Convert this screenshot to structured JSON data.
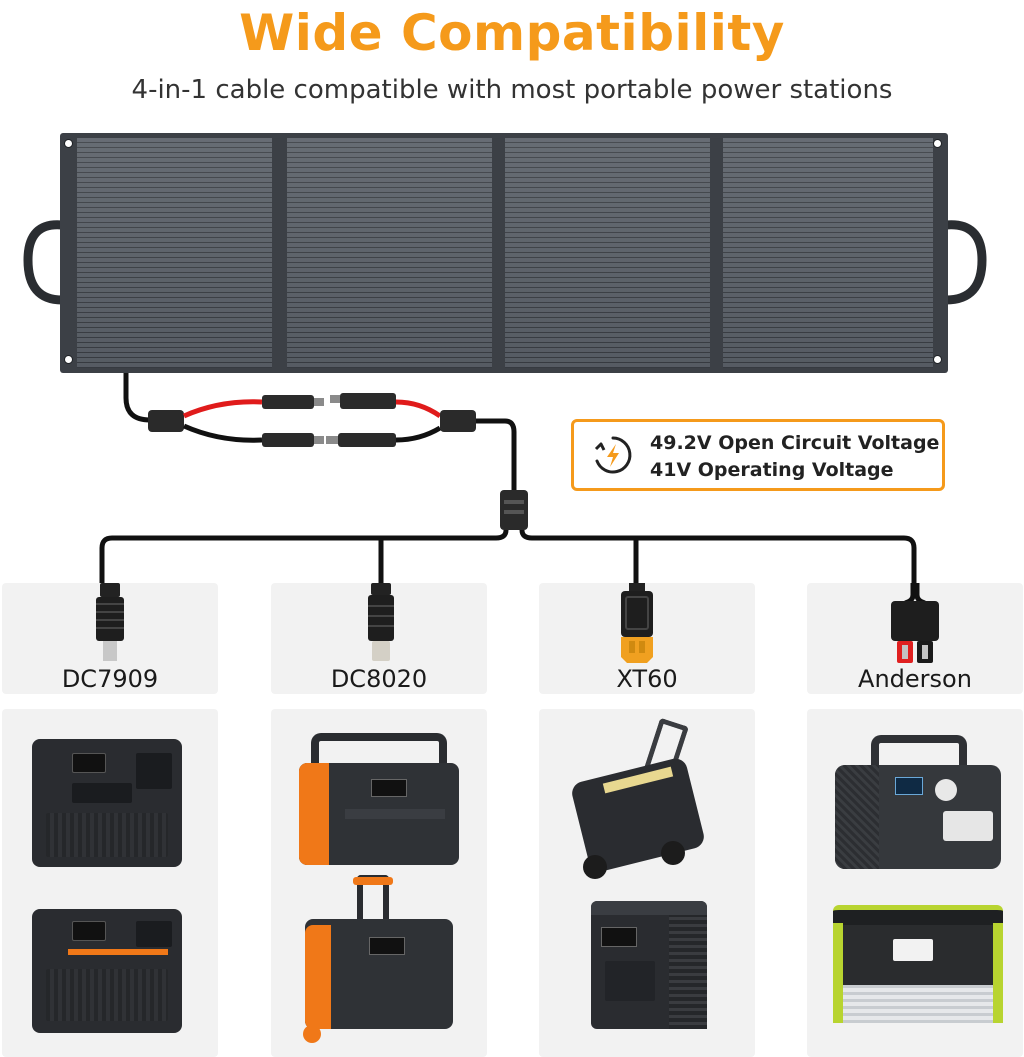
{
  "header": {
    "title": "Wide Compatibility",
    "subtitle": "4-in-1 cable compatible with most portable power stations"
  },
  "colors": {
    "title": "#f59a1b",
    "accent_border": "#f59a1b",
    "panel_frame": "#3c4046",
    "cell": "#5a6068",
    "cable_red": "#e01b1b",
    "cable_black": "#111111",
    "card_bg": "#f2f2f2"
  },
  "voltage_box": {
    "icon": "lightning-bolt-icon",
    "line1": "49.2V Open Circuit Voltage",
    "line2": "41V Operating Voltage"
  },
  "connectors": [
    {
      "label": "DC7909",
      "icon": "dc7909-plug-icon"
    },
    {
      "label": "DC8020",
      "icon": "dc8020-plug-icon"
    },
    {
      "label": "XT60",
      "icon": "xt60-plug-icon"
    },
    {
      "label": "Anderson",
      "icon": "anderson-plug-icon"
    }
  ],
  "devices": [
    {
      "items": [
        "power-station-dark",
        "power-station-dark-orange"
      ]
    },
    {
      "items": [
        "power-station-orange-handle",
        "power-station-orange-trolley"
      ]
    },
    {
      "items": [
        "power-station-wheeled",
        "power-station-tower"
      ]
    },
    {
      "items": [
        "power-station-gray-handle",
        "power-station-yellow-frame"
      ]
    }
  ]
}
